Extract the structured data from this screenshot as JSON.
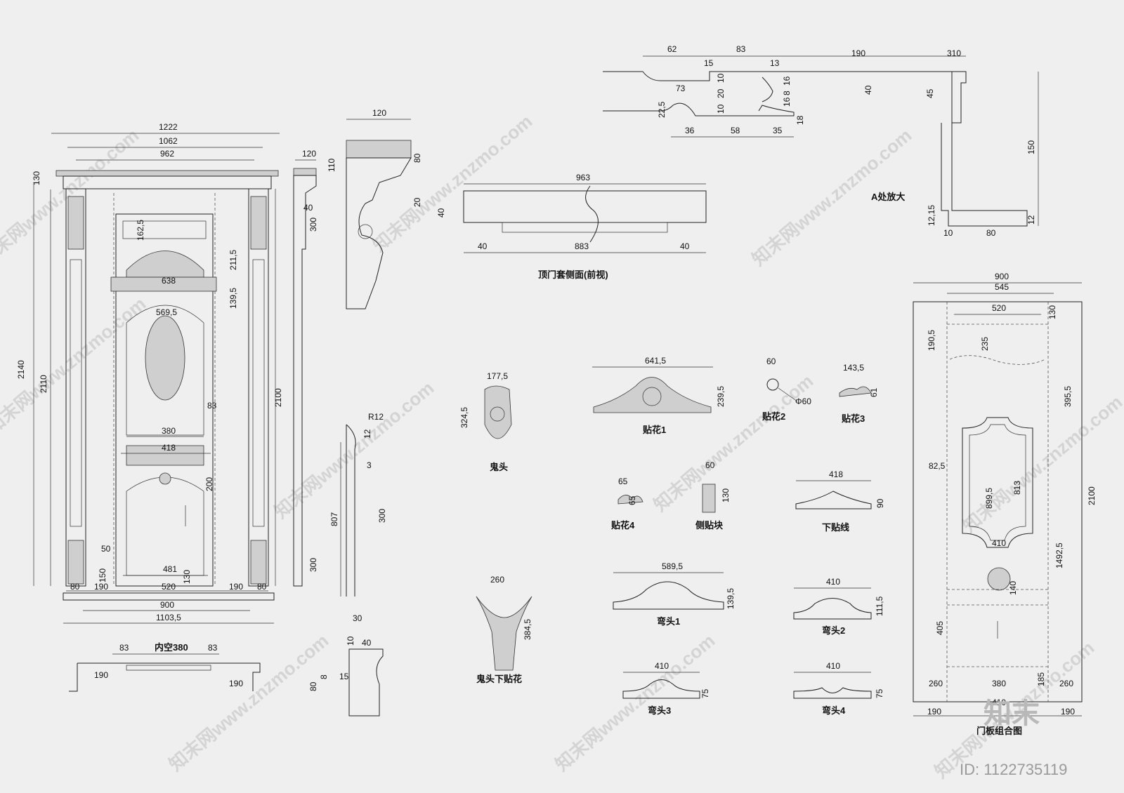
{
  "labels": {
    "top_frame_side": "顶门套侧面(前视)",
    "detail_a": "A处放大",
    "ghost_head": "鬼头",
    "ghost_head_lower": "鬼头下贴花",
    "applique1": "贴花1",
    "applique2": "贴花2",
    "applique3": "贴花3",
    "applique4": "贴花4",
    "side_block": "侧贴块",
    "lower_line": "下贴线",
    "arch1": "弯头1",
    "arch2": "弯头2",
    "arch3": "弯头3",
    "arch4": "弯头4",
    "door_panel_combo": "门板组合图",
    "inner_space": "内空380"
  },
  "front_elevation_dims": {
    "w1222": "1222",
    "w1062": "1062",
    "w962": "962",
    "h130": "130",
    "h2140": "2140",
    "h2110": "2110",
    "h2100": "2100",
    "d162": "162,5",
    "d211": "211,5",
    "d139": "139,5",
    "d638": "638",
    "d569": "569,5",
    "d83": "83",
    "d380": "380",
    "d418": "418",
    "d200": "200",
    "d50": "50",
    "d150": "150",
    "d481": "481",
    "d130b": "130",
    "b80a": "80",
    "b190a": "190",
    "b520": "520",
    "b190b": "190",
    "b80b": "80",
    "w900": "900",
    "w1103": "1103,5"
  },
  "plan_dims": {
    "p83a": "83",
    "p83b": "83",
    "p190a": "190",
    "p190b": "190"
  },
  "side_dims": {
    "s120": "120",
    "s40": "40",
    "s300": "300",
    "s300b": "300",
    "s807": "807",
    "sR12": "R12",
    "s12": "12",
    "s3": "3",
    "s30": "30",
    "s300c": "300"
  },
  "cornice_dims": {
    "c120": "120",
    "c110": "110",
    "c80": "80",
    "c20": "20",
    "c40": "40"
  },
  "small_profile_dims": {
    "sp10": "10",
    "sp40": "40",
    "sp8": "8",
    "sp15": "15",
    "sp80": "80"
  },
  "top_frame_dims": {
    "t963": "963",
    "t40a": "40",
    "t883": "883",
    "t40b": "40",
    "t40c": "40"
  },
  "detail_a_dims": {
    "a62": "62",
    "a83": "83",
    "a190": "190",
    "a310": "310",
    "a15": "15",
    "a13": "13",
    "a73": "73",
    "a10a": "10",
    "a20": "20",
    "a10b": "10",
    "a16a": "16",
    "a8": "8",
    "a16b": "16",
    "a40": "40",
    "a45": "45",
    "a225": "22,5",
    "a18": "18",
    "a36": "36",
    "a58": "58",
    "a35": "35",
    "a150": "150",
    "a1215": "12,15",
    "a12": "12",
    "a10c": "10",
    "a80": "80"
  },
  "parts_dims": {
    "gh177": "177,5",
    "gh324": "324,5",
    "ghl260": "260",
    "ghl384": "384,5",
    "ap1w": "641,5",
    "ap1h": "239,5",
    "ap2w": "60",
    "ap2d": "Φ60",
    "ap3w": "143,5",
    "ap3h": "61",
    "ap4w": "65",
    "ap4h": "65",
    "sbw": "60",
    "sbh": "130",
    "llw": "418",
    "llh": "90",
    "ar1w": "589,5",
    "ar1h": "139,5",
    "ar2w": "410",
    "ar2h": "111,5",
    "ar3w": "410",
    "ar3h": "75",
    "ar4w": "410",
    "ar4h": "75"
  },
  "panel_dims": {
    "p900": "900",
    "p545": "545",
    "p520": "520",
    "p130": "130",
    "p190": "190,5",
    "p235": "235",
    "p395": "395,5",
    "p2100": "2100",
    "p82": "82,5",
    "p899": "899,5",
    "p813": "813",
    "p410a": "410",
    "p1492": "1492,5",
    "p140": "140",
    "p405": "405",
    "p260a": "260",
    "p380": "380",
    "p185": "185",
    "p260b": "260",
    "p410b": "410",
    "p190b": "190",
    "p190c": "190"
  },
  "watermark": "知末网www.znzmo.com",
  "footer": {
    "logo": "知末",
    "id": "ID: 1122735119"
  }
}
